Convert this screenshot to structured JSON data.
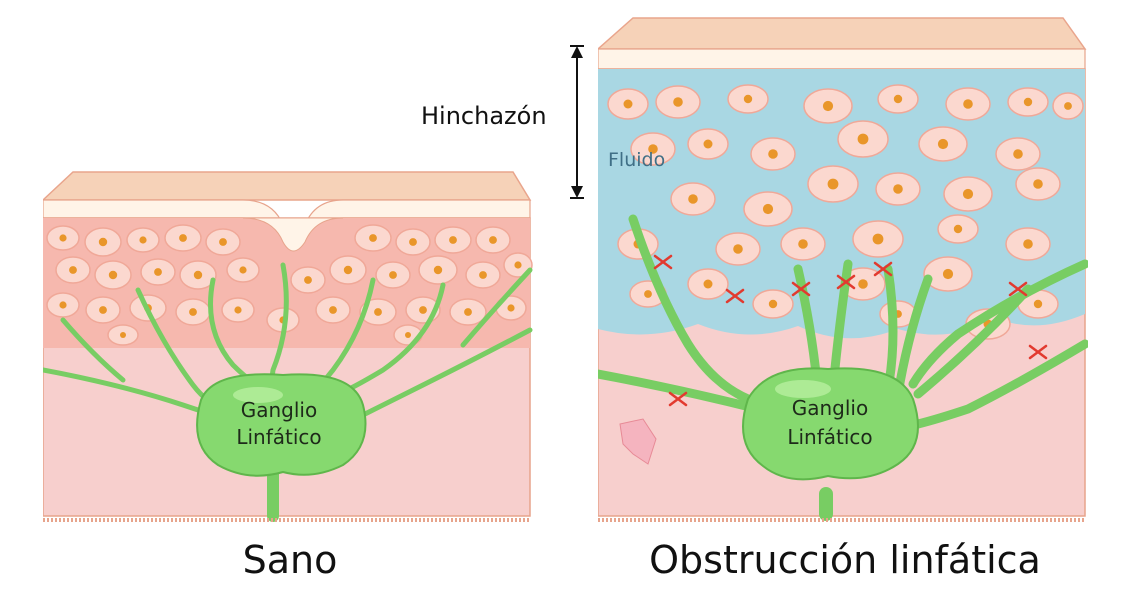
{
  "healthy": {
    "caption": "Sano",
    "node_label_line1": "Ganglio",
    "node_label_line2": "Linfático"
  },
  "blocked": {
    "caption": "Obstrucción linfática",
    "node_label_line1": "Ganglio",
    "node_label_line2": "Linfático",
    "fluid_label": "Fluido",
    "swelling_label": "Hinchazón"
  },
  "colors": {
    "skin_surface": "#f8d7bf",
    "epidermis": "#fff3e6",
    "dermis": "#f6cdcc",
    "cell_fill": "#fbd3c8",
    "cell_nucleus": "#e9962a",
    "lymph_green": "#7fd46a",
    "interstitial_fluid": "#a9d7e3",
    "blockage_marker": "#e23a2f"
  }
}
